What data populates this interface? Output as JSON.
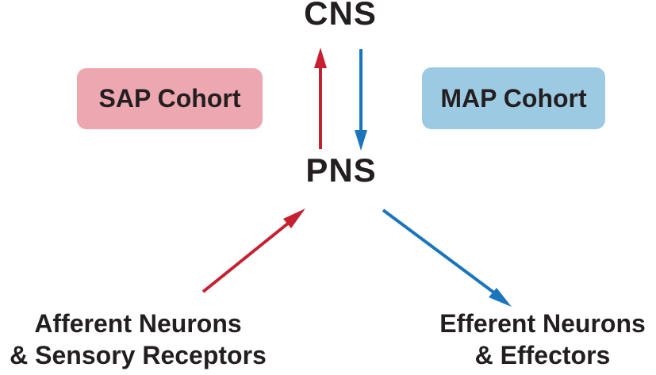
{
  "nodes": {
    "cns": {
      "label": "CNS"
    },
    "pns": {
      "label": "PNS"
    },
    "sap_cohort": {
      "label": "SAP Cohort"
    },
    "map_cohort": {
      "label": "MAP Cohort"
    },
    "afferent": {
      "line1": "Afferent Neurons",
      "line2": "& Sensory Receptors"
    },
    "efferent": {
      "line1": "Efferent Neurons",
      "line2": "& Effectors"
    }
  },
  "arrows": [
    {
      "name": "pns-to-cns",
      "color_name": "red",
      "from": "PNS",
      "to": "CNS",
      "direction": "up"
    },
    {
      "name": "cns-to-pns",
      "color_name": "blue",
      "from": "CNS",
      "to": "PNS",
      "direction": "down"
    },
    {
      "name": "afferent-to-pns",
      "color_name": "red",
      "from": "Afferent Neurons & Sensory Receptors",
      "to": "PNS",
      "direction": "up-right"
    },
    {
      "name": "pns-to-efferent",
      "color_name": "blue",
      "from": "PNS",
      "to": "Efferent Neurons & Effectors",
      "direction": "down-right"
    }
  ],
  "colors": {
    "sap_box": "#EDA7B0",
    "map_box": "#9DCAE3",
    "red_arrow": "#C52130",
    "blue_arrow": "#1B75BC",
    "text": "#231F20",
    "background": "#FFFFFF"
  }
}
